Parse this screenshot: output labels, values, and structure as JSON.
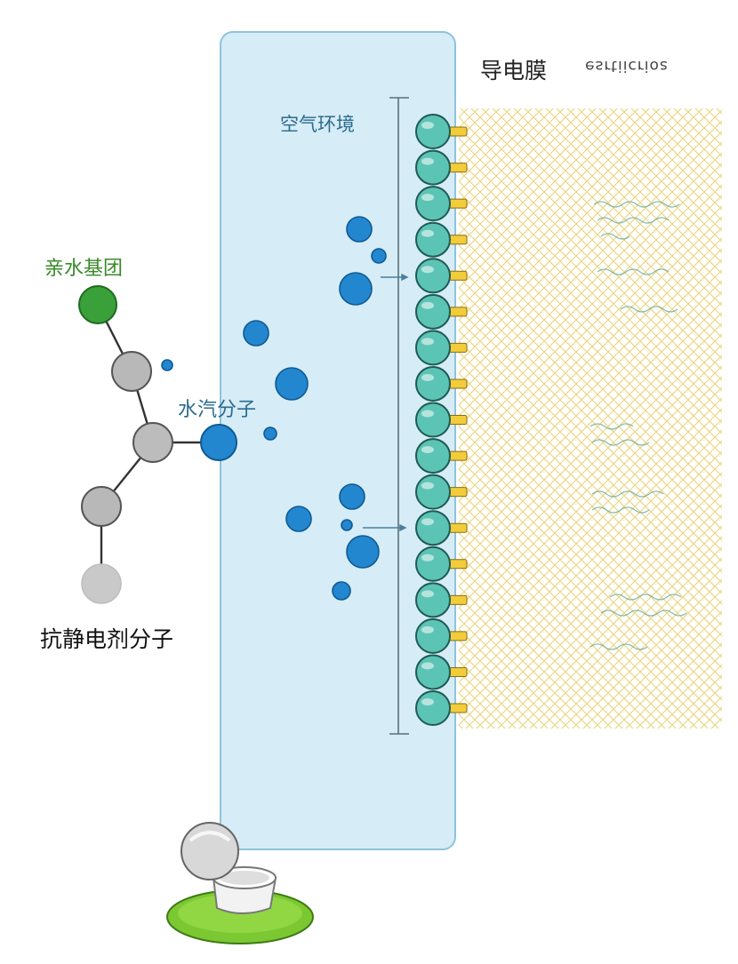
{
  "labels": {
    "film": "导电膜",
    "film_mirrored": "esrtiicrioƨ",
    "air": "空气环境",
    "hydrophilic_group": "亲水基团",
    "vapor": "水汽分子",
    "antistatic": "抗静电剂分子"
  },
  "colors": {
    "panel_fill": "#d6ecf6",
    "panel_stroke": "#8ec3dd",
    "mesh": "#e8cf68",
    "surface_bead": "#5cc4b4",
    "bead_stroke": "#1f5a55",
    "tail": "#f2cc3a",
    "water": "#2387cf",
    "hydrophilic": "#3aa03a",
    "agent_gray": "#b8b8b8",
    "bond": "#333333",
    "base_green": "#7bc832",
    "label_blue": "#2b6b8e",
    "label_green": "#3a8a2a"
  },
  "surface_bead_count": 17
}
